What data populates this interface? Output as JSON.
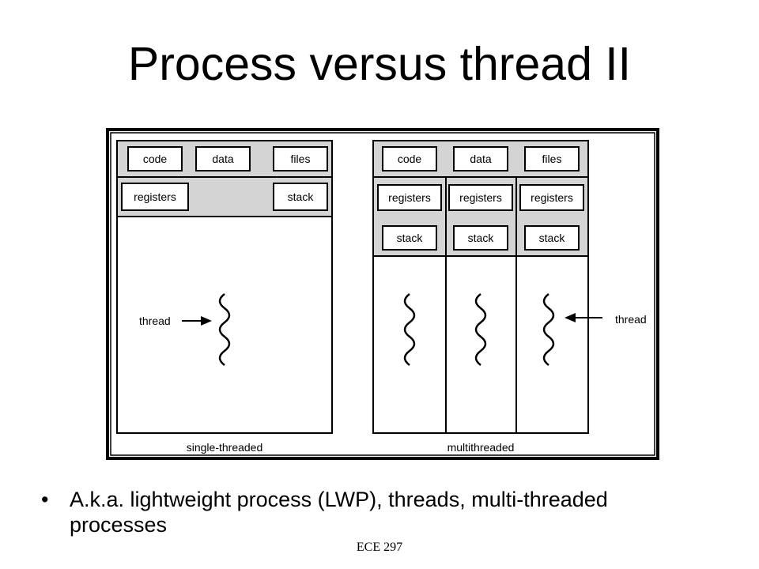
{
  "slide": {
    "title": "Process versus thread II",
    "bullet_symbol": "•",
    "bullet": "A.k.a. lightweight process (LWP), threads, multi-threaded processes",
    "footer": "ECE 297"
  },
  "diagram": {
    "single": {
      "code": "code",
      "data": "data",
      "files": "files",
      "registers": "registers",
      "stack": "stack",
      "thread_label": "thread",
      "caption": "single-threaded"
    },
    "multi": {
      "code": "code",
      "data": "data",
      "files": "files",
      "registers": [
        "registers",
        "registers",
        "registers"
      ],
      "stack": [
        "stack",
        "stack",
        "stack"
      ],
      "thread_label": "thread",
      "caption": "multithreaded"
    },
    "colors": {
      "shared_area": "#d4d4d4",
      "line": "#000000",
      "background": "#ffffff"
    }
  }
}
